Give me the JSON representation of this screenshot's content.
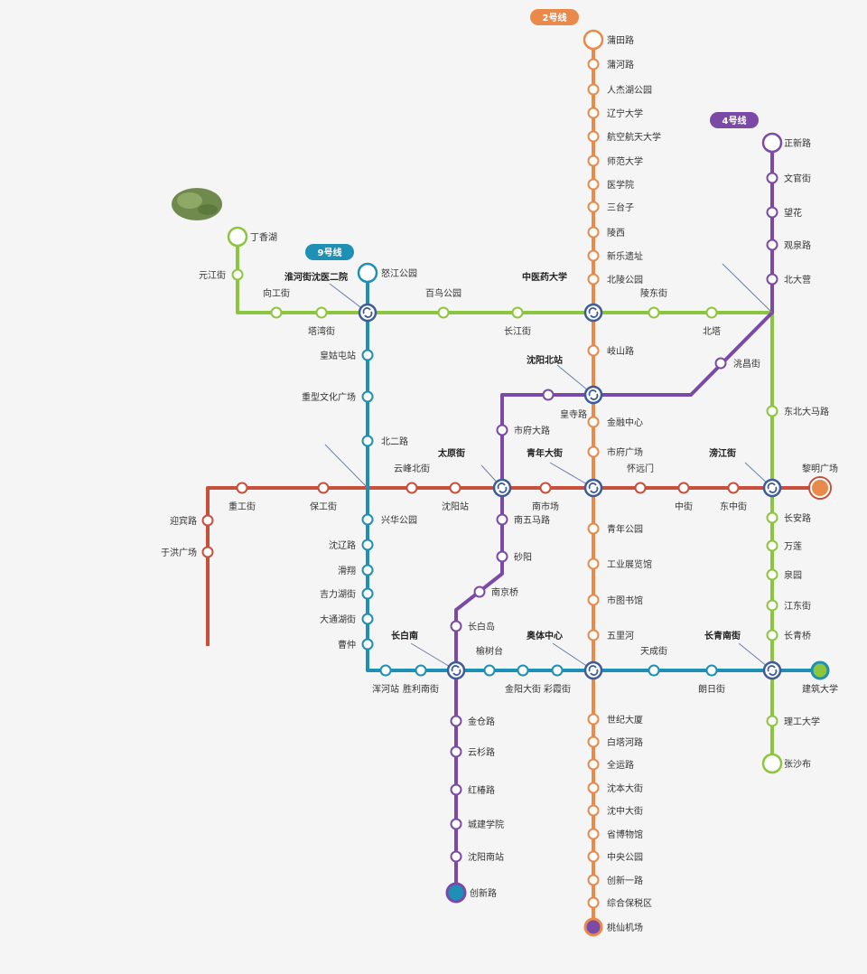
{
  "lines": [
    {
      "id": "line2",
      "name": "2号线",
      "color": "#e98a4a"
    },
    {
      "id": "line4",
      "name": "4号线",
      "color": "#7b4aa6"
    },
    {
      "id": "line9",
      "name": "9号线",
      "color": "#1e8fb5"
    },
    {
      "id": "line1",
      "name": "",
      "color": "#c8503a"
    },
    {
      "id": "line10",
      "name": "",
      "color": "#8cc63f"
    }
  ],
  "interchanges": [
    {
      "id": "huaihejie",
      "label": "淮河街沈医二院"
    },
    {
      "id": "zhongyiyao",
      "label": "中医药大学"
    },
    {
      "id": "shenyangbeizhan",
      "label": "沈阳北站"
    },
    {
      "id": "taiyuanjie",
      "label": "太原街"
    },
    {
      "id": "qingniandajie",
      "label": "青年大街"
    },
    {
      "id": "pangjiangjie",
      "label": "滂江街"
    },
    {
      "id": "changbainan",
      "label": "长白南"
    },
    {
      "id": "aotizhongxin",
      "label": "奥体中心"
    },
    {
      "id": "changqingnanjie",
      "label": "长青南街"
    }
  ],
  "stations": {
    "line2": [
      "蒲田路",
      "蒲河路",
      "人杰湖公园",
      "辽宁大学",
      "航空航天大学",
      "师范大学",
      "医学院",
      "三台子",
      "陵西",
      "新乐遗址",
      "北陵公园",
      "岐山路",
      "金融中心",
      "市府广场",
      "青年公园",
      "工业展览馆",
      "市图书馆",
      "五里河",
      "世纪大厦",
      "白塔河路",
      "全运路",
      "沈本大街",
      "沈中大街",
      "省博物馆",
      "中央公园",
      "创新一路",
      "综合保税区",
      "桃仙机场"
    ],
    "line4": [
      "正新路",
      "文官街",
      "望花",
      "观泉路",
      "北大营",
      "洮昌街",
      "皇寺路",
      "市府大路",
      "南五马路",
      "砂阳",
      "南京桥",
      "长白岛",
      "金仓路",
      "云杉路",
      "红椿路",
      "城建学院",
      "沈阳南站",
      "创新路"
    ],
    "line9": [
      "怒江公园",
      "皇姑屯站",
      "重型文化广场",
      "北二路",
      "兴华公园",
      "沈辽路",
      "滑翔",
      "吉力湖街",
      "大通湖街",
      "曹仲",
      "浑河站",
      "胜利南街",
      "榆树台",
      "金阳大街",
      "彩霞街",
      "天成街",
      "朗日街",
      "建筑大学"
    ],
    "line1": [
      "迎宾路",
      "于洪广场",
      "重工街",
      "保工街",
      "云峰北街",
      "沈阳站",
      "南市场",
      "怀远门",
      "中街",
      "东中街",
      "黎明广场"
    ],
    "line10": [
      "丁香湖",
      "元江街",
      "向工街",
      "塔湾街",
      "百鸟公园",
      "长江街",
      "陵东街",
      "北塔",
      "东北大马路",
      "长安路",
      "万莲",
      "泉园",
      "江东街",
      "长青桥",
      "理工大学",
      "张沙布"
    ]
  },
  "icons": {
    "interchange": "transfer-icon",
    "terminus": "terminus-ring-icon",
    "park": "park-thumbnail"
  }
}
